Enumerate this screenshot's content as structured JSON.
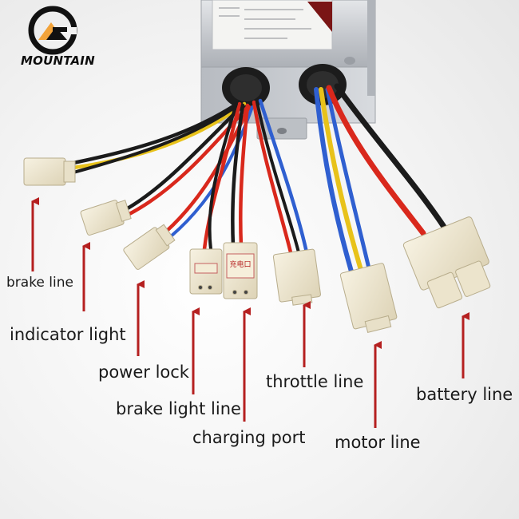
{
  "brand": {
    "name": "MOUNTAIN"
  },
  "labels": {
    "brake_line": "brake line",
    "indicator_light": "indicator light",
    "power_lock": "power lock",
    "brake_light_line": "brake light line",
    "charging_port": "charging port",
    "throttle_line": "throttle line",
    "motor_line": "motor line",
    "battery_line": "battery line"
  },
  "connector_text": {
    "charging": "充电口"
  },
  "colors": {
    "arrow": "#b52020",
    "wire_red": "#d9281c",
    "wire_black": "#1b1b1b",
    "wire_blue": "#2f5fd0",
    "wire_yellow": "#e8c21a",
    "connector": "#efe8d2",
    "housing": "#c9ccd0",
    "logo_orange": "#f2a33a"
  }
}
